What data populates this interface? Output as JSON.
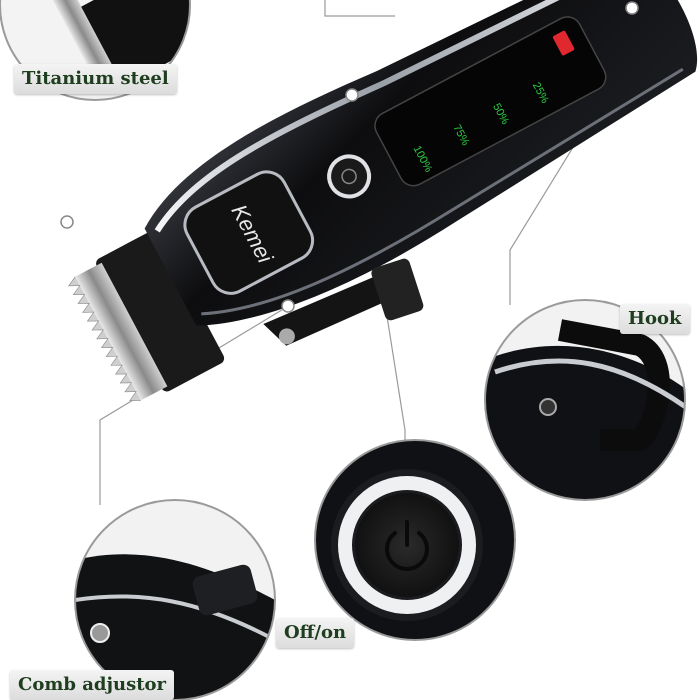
{
  "labels": {
    "titanium_steel": "Titanium steel",
    "hook": "Hook",
    "off_on": "Off/on",
    "comb_adjustor": "Comb adjustor"
  },
  "product": {
    "brand": "Kemei",
    "battery_levels": [
      "25%",
      "50%",
      "75%",
      "100%"
    ]
  },
  "colors": {
    "label_text": "#1f3d1f",
    "body_black": "#0d0d0f",
    "chrome": "#c8ccd2",
    "battery_green": "#2ecc40",
    "battery_red": "#e0282e"
  }
}
